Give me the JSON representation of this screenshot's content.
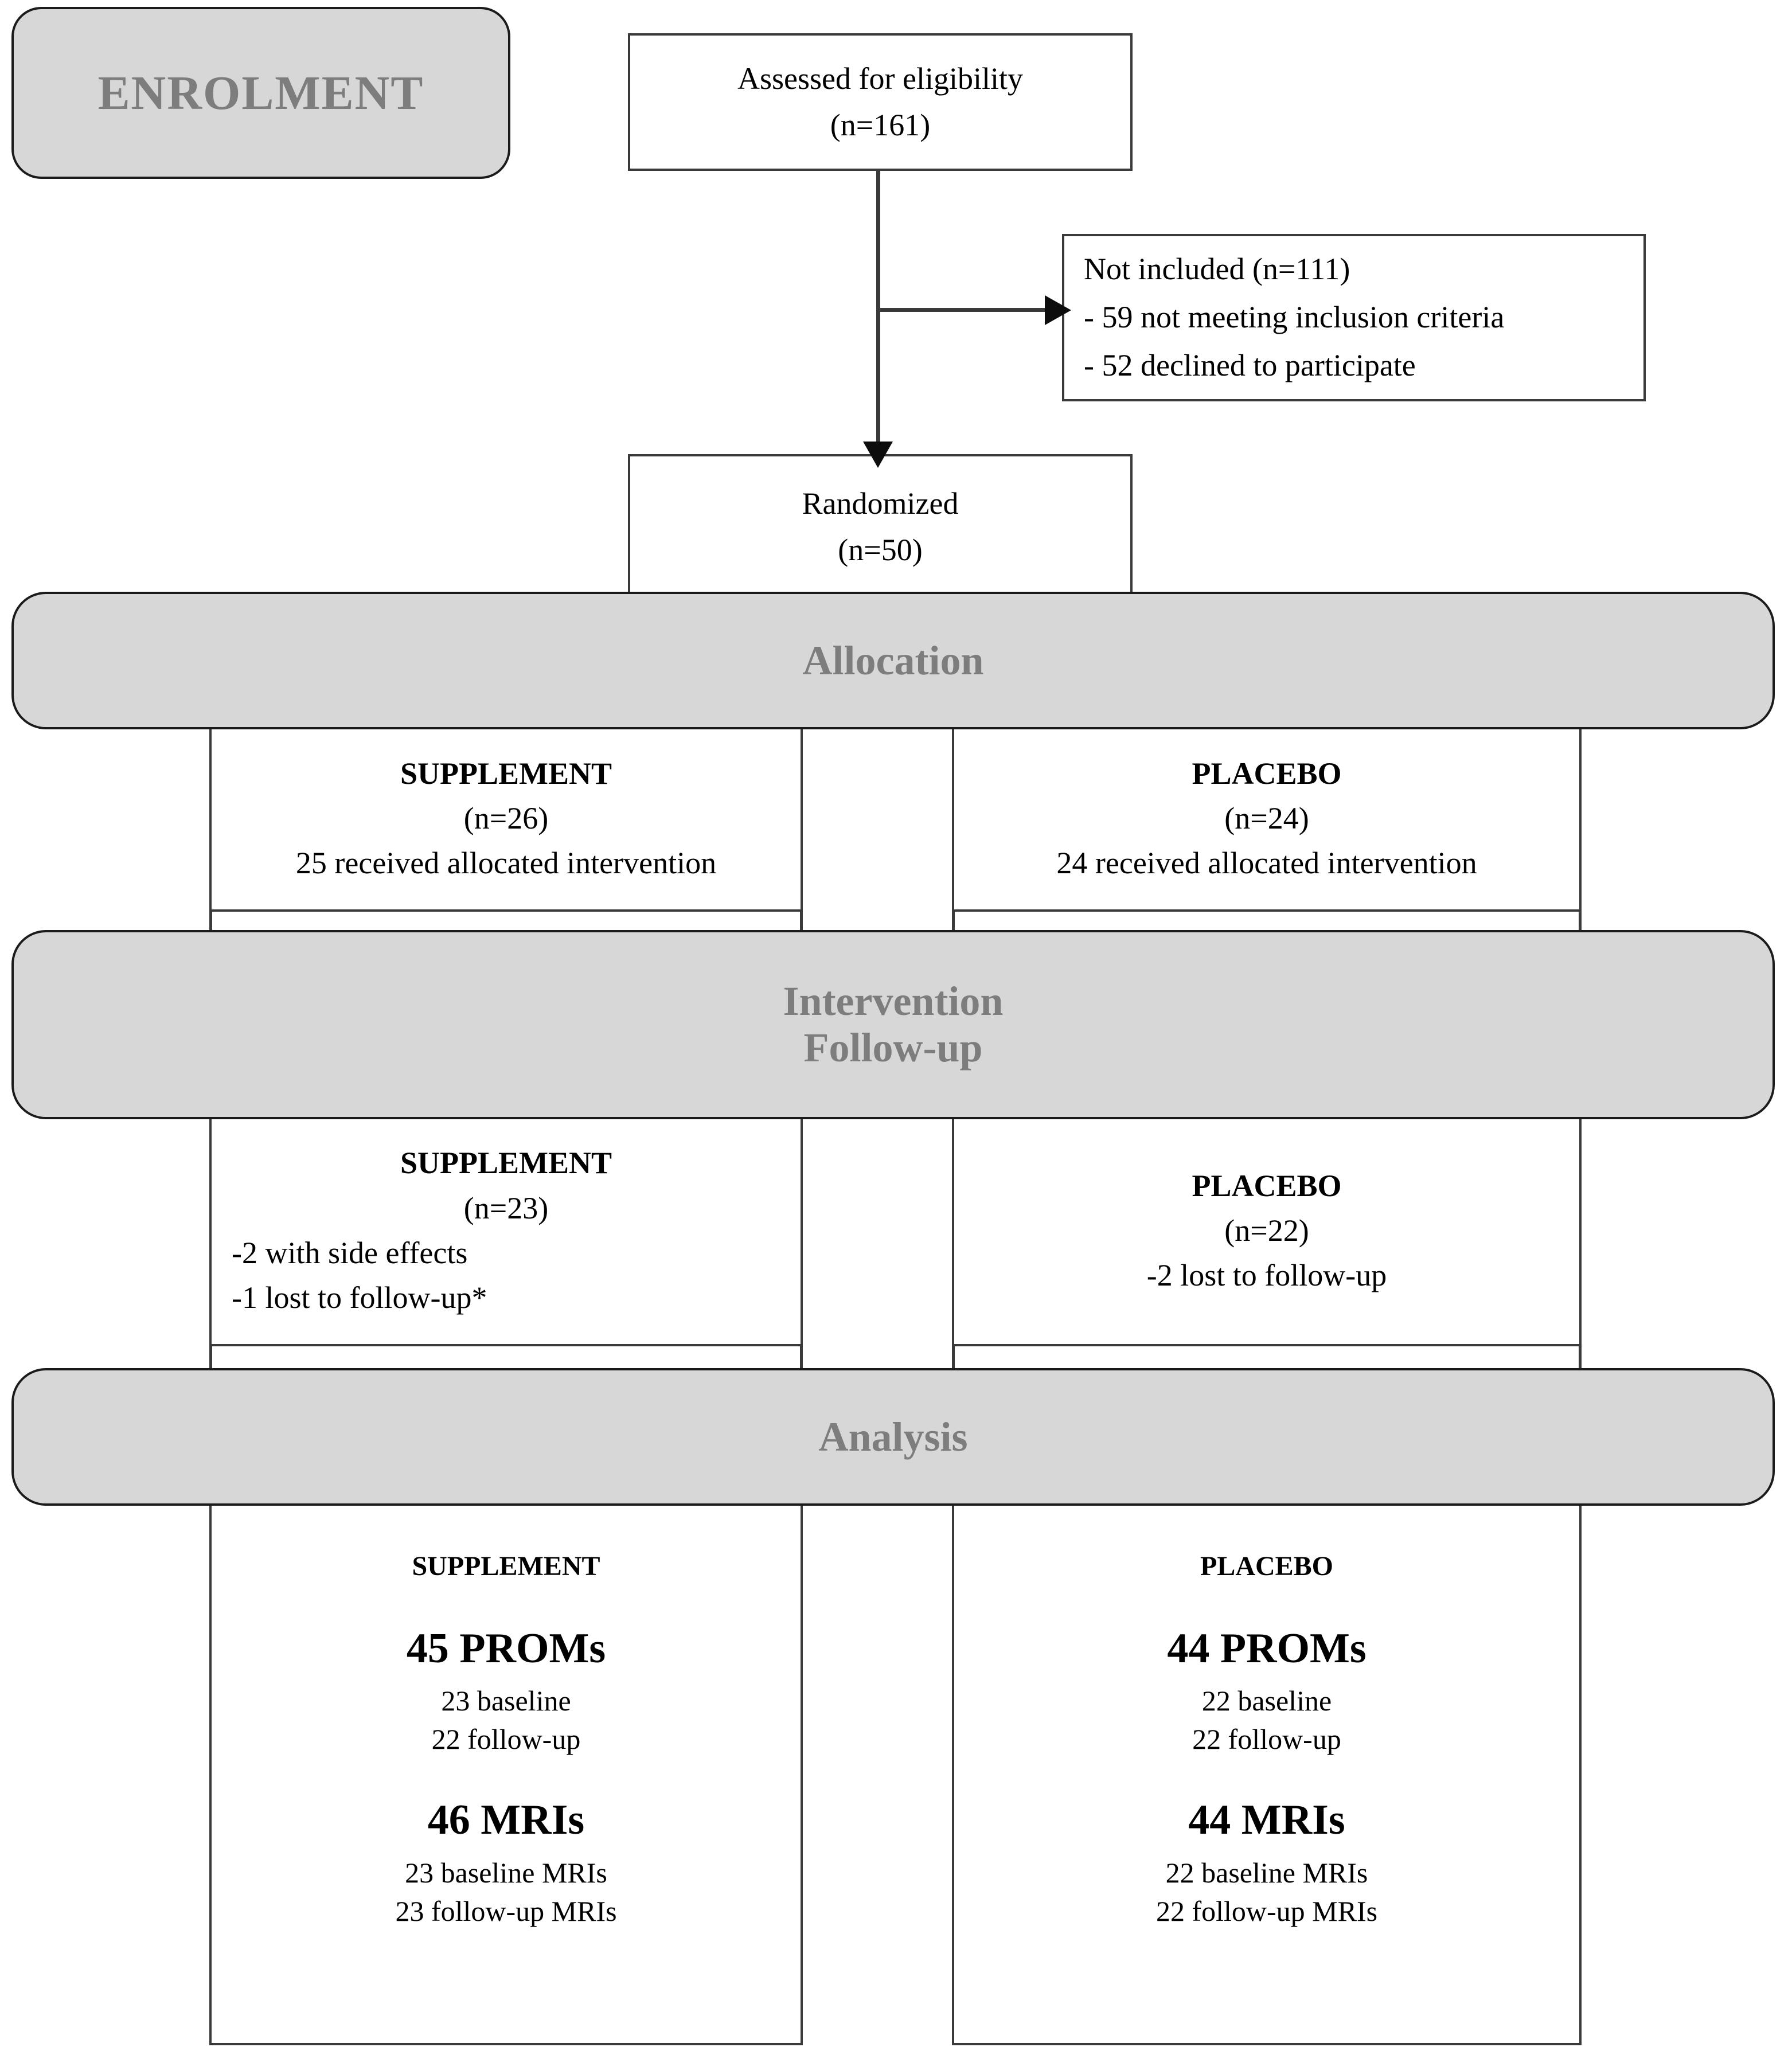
{
  "diagram": {
    "title": "CONSORT participant flow diagram",
    "stages": {
      "enrolment": "ENROLMENT",
      "allocation": "Allocation",
      "intervention_line1": "Intervention",
      "intervention_line2": "Follow-up",
      "analysis": "Analysis"
    },
    "enrolment": {
      "assessed": {
        "line1": "Assessed for eligibility",
        "line2": "(n=161)"
      },
      "not_included": {
        "line1": "Not included  (n=111)",
        "line2": "- 59 not meeting inclusion criteria",
        "line3": "- 52 declined to participate"
      },
      "randomized": {
        "line1": "Randomized",
        "line2": "(n=50)"
      }
    },
    "allocation": {
      "supplement": {
        "title": "SUPPLEMENT",
        "n": "(n=26)",
        "detail": "25 received allocated intervention"
      },
      "placebo": {
        "title": "PLACEBO",
        "n": "(n=24)",
        "detail": "24 received allocated intervention"
      }
    },
    "followup": {
      "supplement": {
        "title": "SUPPLEMENT",
        "n": "(n=23)",
        "detail1": "-2 with side effects",
        "detail2": "-1 lost to follow-up*"
      },
      "placebo": {
        "title": "PLACEBO",
        "n": "(n=22)",
        "detail1": "-2 lost to follow-up"
      }
    },
    "analysis": {
      "supplement": {
        "title": "SUPPLEMENT",
        "proms_total": "45 PROMs",
        "proms_baseline": "23 baseline",
        "proms_followup": "22 follow-up",
        "mri_total": "46 MRIs",
        "mri_baseline": "23 baseline MRIs",
        "mri_followup": "23 follow-up MRIs"
      },
      "placebo": {
        "title": "PLACEBO",
        "proms_total": "44 PROMs",
        "proms_baseline": "22 baseline",
        "proms_followup": "22 follow-up",
        "mri_total": "44 MRIs",
        "mri_baseline": "22 baseline MRIs",
        "mri_followup": "22 follow-up MRIs"
      }
    },
    "colors": {
      "band_fill": "#d7d7d7",
      "band_text": "#7d7d7d",
      "border": "#3a3a3a",
      "text": "#000000",
      "page": "#ffffff"
    }
  }
}
